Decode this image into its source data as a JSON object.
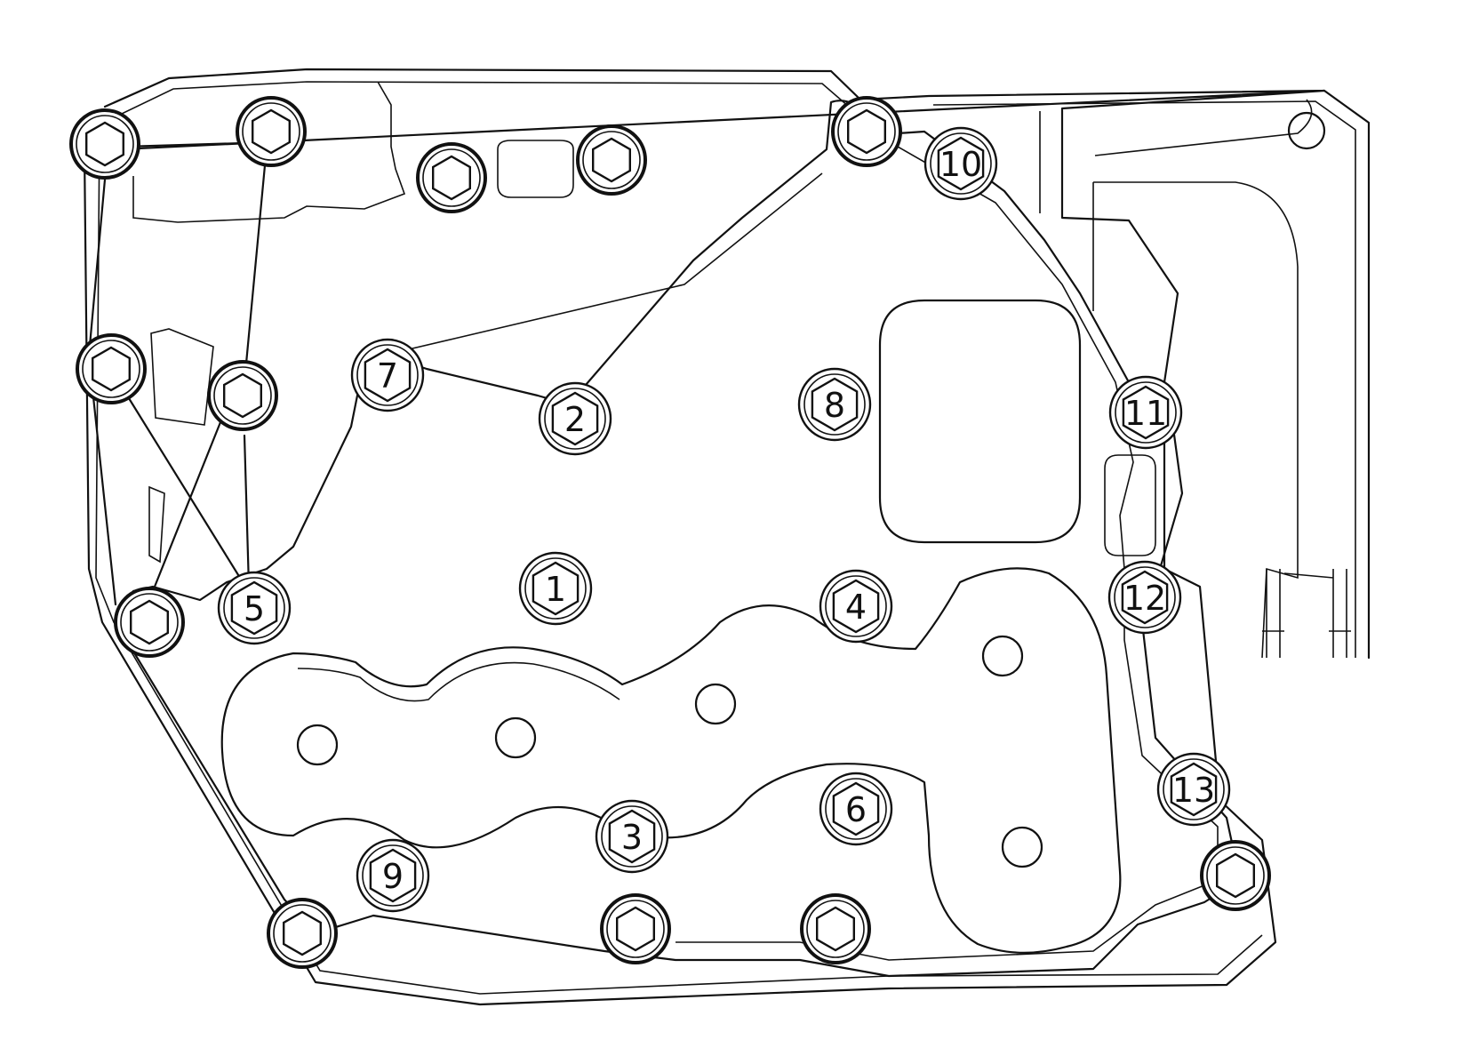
{
  "diagram": {
    "bolts": [
      {
        "id": "1",
        "label": "1"
      },
      {
        "id": "2",
        "label": "2"
      },
      {
        "id": "3",
        "label": "3"
      },
      {
        "id": "4",
        "label": "4"
      },
      {
        "id": "5",
        "label": "5"
      },
      {
        "id": "6",
        "label": "6"
      },
      {
        "id": "7",
        "label": "7"
      },
      {
        "id": "8",
        "label": "8"
      },
      {
        "id": "9",
        "label": "9"
      },
      {
        "id": "10",
        "label": "10"
      },
      {
        "id": "11",
        "label": "11"
      },
      {
        "id": "12",
        "label": "12"
      },
      {
        "id": "13",
        "label": "13"
      }
    ]
  }
}
